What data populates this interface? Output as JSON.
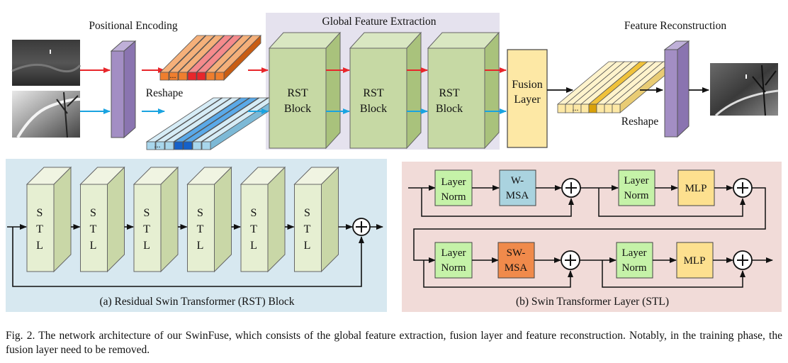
{
  "figure": {
    "top": {
      "section_positional": "Positional Encoding",
      "section_global": "Global Feature Extraction",
      "section_reconstruction": "Feature Reconstruction",
      "reshape_left": "Reshape",
      "reshape_right": "Reshape",
      "ellipsis": "...",
      "rst_block_line1": "RST",
      "rst_block_line2": "Block",
      "fusion_line1": "Fusion",
      "fusion_line2": "Layer"
    },
    "panel_a": {
      "title": "(a) Residual Swin Transformer (RST) Block",
      "stl_letters": [
        "S",
        "T",
        "L"
      ],
      "stl_count": 6
    },
    "panel_b": {
      "title": "(b) Swin Transformer Layer (STL)",
      "layer_norm_line1": "Layer",
      "layer_norm_line2": "Norm",
      "wmsa_line1": "W-",
      "wmsa_line2": "MSA",
      "swmsa_line1": "SW-",
      "swmsa_line2": "MSA",
      "mlp": "MLP"
    },
    "colors": {
      "red_arrow": "#e8262b",
      "blue_arrow": "#1aa3e0",
      "encoder": "#a38ec4",
      "rst_block": "#c6d9a4",
      "fusion": "#fde8a5",
      "panel_a_bg": "#d7e8f0",
      "panel_b_bg": "#f1dbd8",
      "layer_norm": "#c5f2a8",
      "wmsa": "#aad3df",
      "swmsa": "#f08a4b",
      "mlp": "#fde08f"
    }
  },
  "caption": "Fig. 2.  The network architecture of our SwinFuse, which consists of the global feature extraction, fusion layer and feature reconstruction. Notably, in the training phase, the fusion layer need to be removed."
}
